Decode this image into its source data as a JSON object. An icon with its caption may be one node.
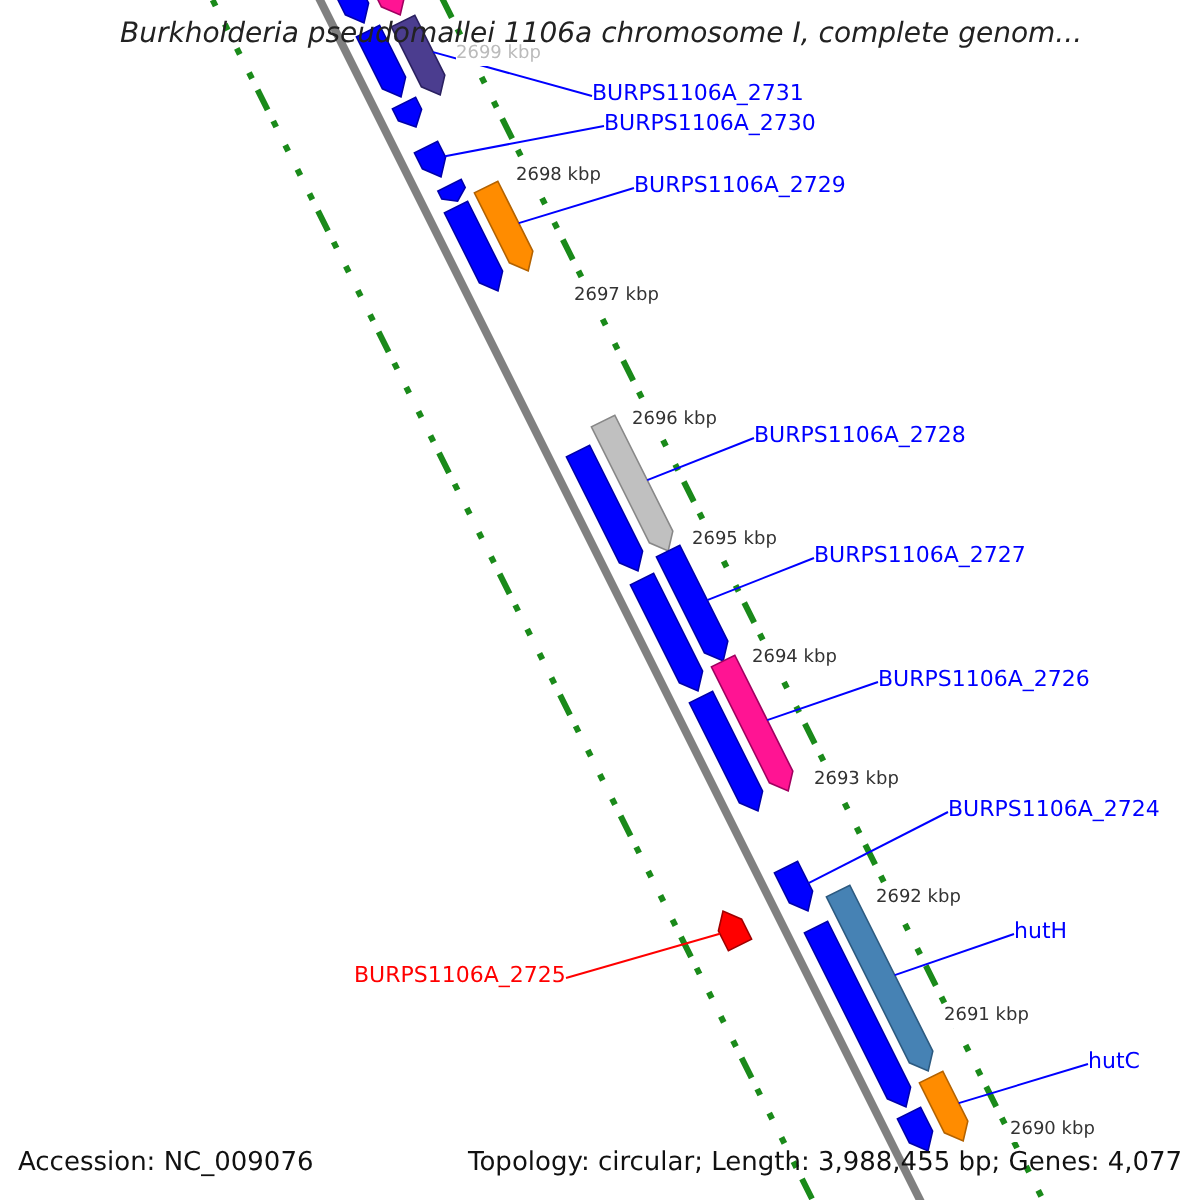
{
  "diagram": {
    "title": "Burkholderia pseudomallei 1106a chromosome I, complete genom...",
    "nodes": [
      {
        "text": [
          "BURPS1106A_2731"
        ]
      },
      {
        "text": [
          "BURPS1106A_2730"
        ]
      },
      {
        "text": [
          "BURPS1106A_2729"
        ]
      },
      {
        "text": [
          "BURPS1106A_2728"
        ]
      },
      {
        "text": [
          "BURPS1106A_2727"
        ]
      },
      {
        "text": [
          "BURPS1106A_2726"
        ]
      },
      {
        "text": [
          "BURPS1106A_2724"
        ]
      },
      {
        "text": [
          "hutH"
        ]
      },
      {
        "text": [
          "BURPS1106A_2725"
        ]
      },
      {
        "text": [
          "hutC"
        ]
      },
      {
        "text": [],
        "shape": "bar"
      },
      {
        "text": [],
        "shape": "bar"
      },
      {
        "text": [],
        "shape": "bar"
      },
      {
        "text": [],
        "shape": "bar"
      },
      {
        "text": [],
        "shape": "bar"
      },
      {
        "text": [],
        "shape": "bar"
      },
      {
        "text": [],
        "shape": "bar"
      },
      {
        "text": [],
        "shape": "bar"
      },
      {
        "text": [],
        "shape": "bar"
      },
      {
        "text": [],
        "shape": "bar"
      },
      {
        "text": [],
        "shape": "bar"
      },
      {
        "text": [],
        "shape": "bar"
      },
      {
        "text": [],
        "shape": "bar"
      },
      {
        "text": [],
        "shape": "bar"
      },
      {
        "text": [],
        "shape": "bar"
      },
      {
        "text": [],
        "shape": "bar"
      },
      {
        "text": [],
        "shape": "bar"
      },
      {
        "text": [],
        "shape": "bar"
      },
      {
        "text": [],
        "shape": "bar"
      },
      {
        "text": [],
        "shape": "bar"
      },
      {
        "text": [],
        "shape": "bar"
      }
    ],
    "edges": [
      {
        "from": 0,
        "to": 13,
        "arrow": "none"
      },
      {
        "from": 1,
        "to": 15,
        "arrow": "none"
      },
      {
        "from": 2,
        "to": 17,
        "arrow": "none"
      },
      {
        "from": 3,
        "to": 19,
        "arrow": "none"
      },
      {
        "from": 4,
        "to": 21,
        "arrow": "none"
      },
      {
        "from": 5,
        "to": 23,
        "arrow": "none"
      },
      {
        "from": 6,
        "to": 25,
        "arrow": "none"
      },
      {
        "from": 7,
        "to": 27,
        "arrow": "none"
      },
      {
        "from": 8,
        "to": 26,
        "arrow": "none",
        "color": "#ff0000"
      },
      {
        "from": 9,
        "to": 29,
        "arrow": "none"
      }
    ],
    "labels": [
      "2699 kbp",
      "2698 kbp",
      "2697 kbp",
      "2696 kbp",
      "2695 kbp",
      "2694 kbp",
      "2693 kbp",
      "2692 kbp",
      "2691 kbp",
      "2690 kbp",
      "Accession: NC_009076",
      "Topology: circular; Length: 3,988,455 bp; Genes: 4,077"
    ]
  }
}
